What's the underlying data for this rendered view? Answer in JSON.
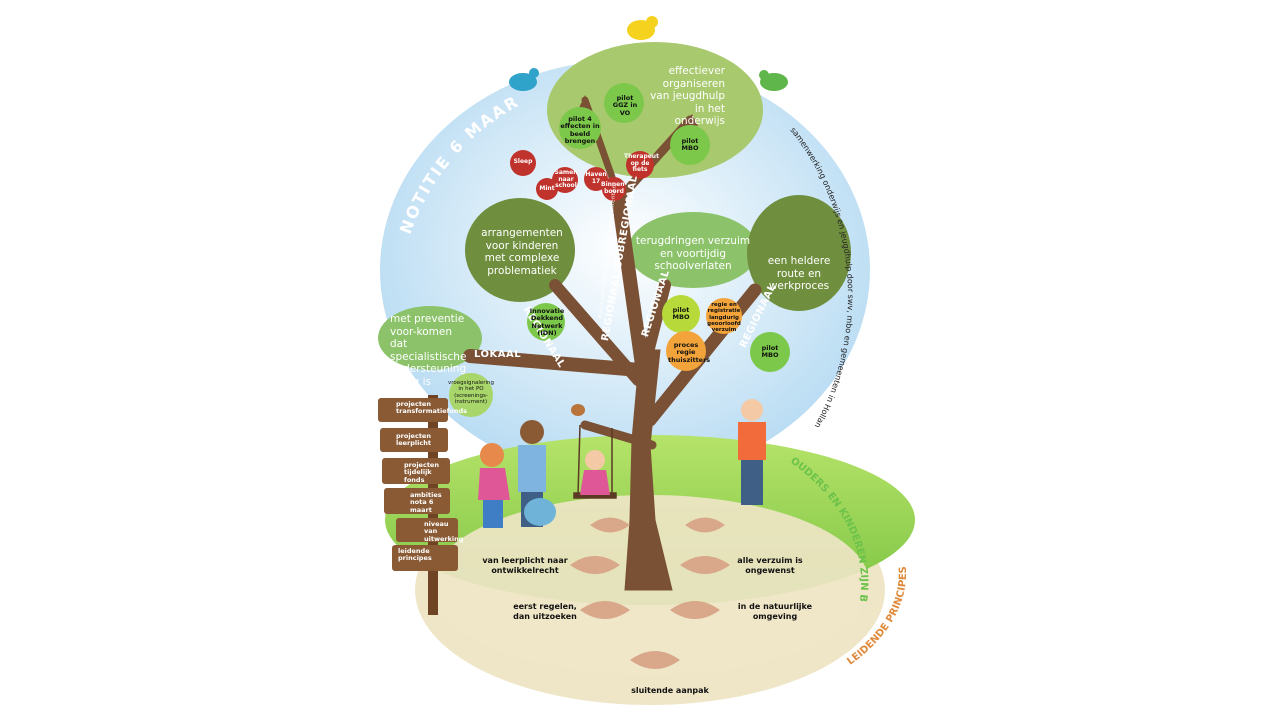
{
  "title_arc": "NOTITIE 6 MAART",
  "right_arc": "samenwerking onderwijs en jeugdhulp door swv, mbo en gemeenten in Holland Rijnland",
  "parents_arc": "OUDERS EN KINDEREN ZIJN BETROKKEN",
  "principles_arc": "LEIDENDE PRINCIPES",
  "crowns": {
    "top": "effectiever organiseren van jeugdhulp in het onderwijs",
    "left": "arrangementen voor kinderen met complexe problematiek",
    "middle": "terugdringen verzuim en voortijdig schoolverlaten",
    "right": "een heldere route en werkproces",
    "bottom_left": "met preventie voor-komen dat specialistische ondersteuning nodig is"
  },
  "branches": {
    "lokaal": "LOKAAL",
    "regionaal_1": "REGIONAAL",
    "regionaal_sub": "REGIONAAL/SUBREGIONAAL",
    "regionaal_2": "REGIONAAL",
    "regionaal_3": "REGIONAAL",
    "advies": "Adviezen voor collectieve arrangementen"
  },
  "apples": {
    "ggz": "pilot GGZ in VO",
    "pilot4": "pilot 4 effecten in beeld brengen",
    "mbo_top": "pilot MBO",
    "idn": "Innovatie Dekkend Netwerk (IDN)",
    "mbo_mid": "pilot MBO",
    "regie": "regie en registratie langdurig geoorloofd verzuim",
    "proces": "proces regie thuiszitters",
    "mbo_right": "pilot MBO",
    "vroeg": "vroegsignalering in het PO (screenings-instrument)"
  },
  "red_apples": {
    "sleep": "Sleep",
    "samen": "Samen naar school",
    "haven": "Haven 17",
    "binnen": "Binnen-boord",
    "therapeut": "Therapeut op de fiets",
    "mint": "Mint"
  },
  "signs": [
    "projecten transformatiefonds",
    "projecten leerplicht",
    "projecten tijdelijk fonds",
    "ambities nota 6 maart",
    "niveau van uitwerking",
    "leidende principes"
  ],
  "principles": {
    "p1": "van leerplicht naar ontwikkelrecht",
    "p2": "alle verzuim is ongewenst",
    "p3": "eerst regelen, dan uitzoeken",
    "p4": "in de natuurlijke omgeving",
    "p5": "sluitende aanpak"
  },
  "colors": {
    "sky": "#cfe7f7",
    "grass": "#8fd14f",
    "ground": "#efe6c8",
    "crown_light": "#a8c96e",
    "crown_dark": "#6f8f3e",
    "crown_mid": "#8cc36a",
    "trunk": "#7a5134",
    "apple_green": "#7cc84a",
    "apple_red": "#c0322c",
    "apple_orange": "#f2a33a",
    "sign_wood": "#8a5a34",
    "arc_text_orange": "#e08a3c",
    "arc_text_green": "#6cc24a"
  }
}
